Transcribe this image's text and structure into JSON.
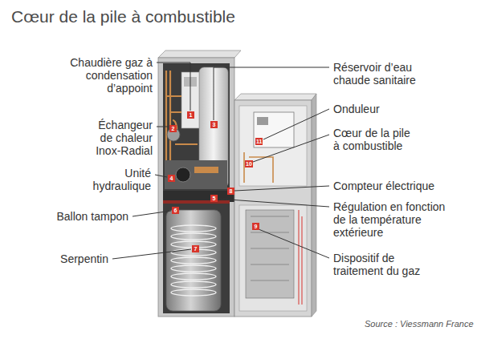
{
  "diagram": {
    "title": "Cœur de la pile à combustible",
    "caption": "Source : Viessmann France",
    "labels": [
      "Chaudière gaz à condensation d’appoint",
      "Échangeur de chaleur Inox-Radial",
      "Unité hydraulique",
      "Ballon tampon",
      "Serpentin",
      "Réservoir d’eau chaude sanitaire",
      "Onduleur",
      "Cœur de la pile à combustible",
      "Compteur électrique",
      "Régulation en fonction de la température extérieure",
      "Dispositif de traitement du gaz",
      "1",
      "2",
      "3",
      "4",
      "5",
      "6",
      "7",
      "8",
      "9",
      "10",
      "11"
    ]
  }
}
